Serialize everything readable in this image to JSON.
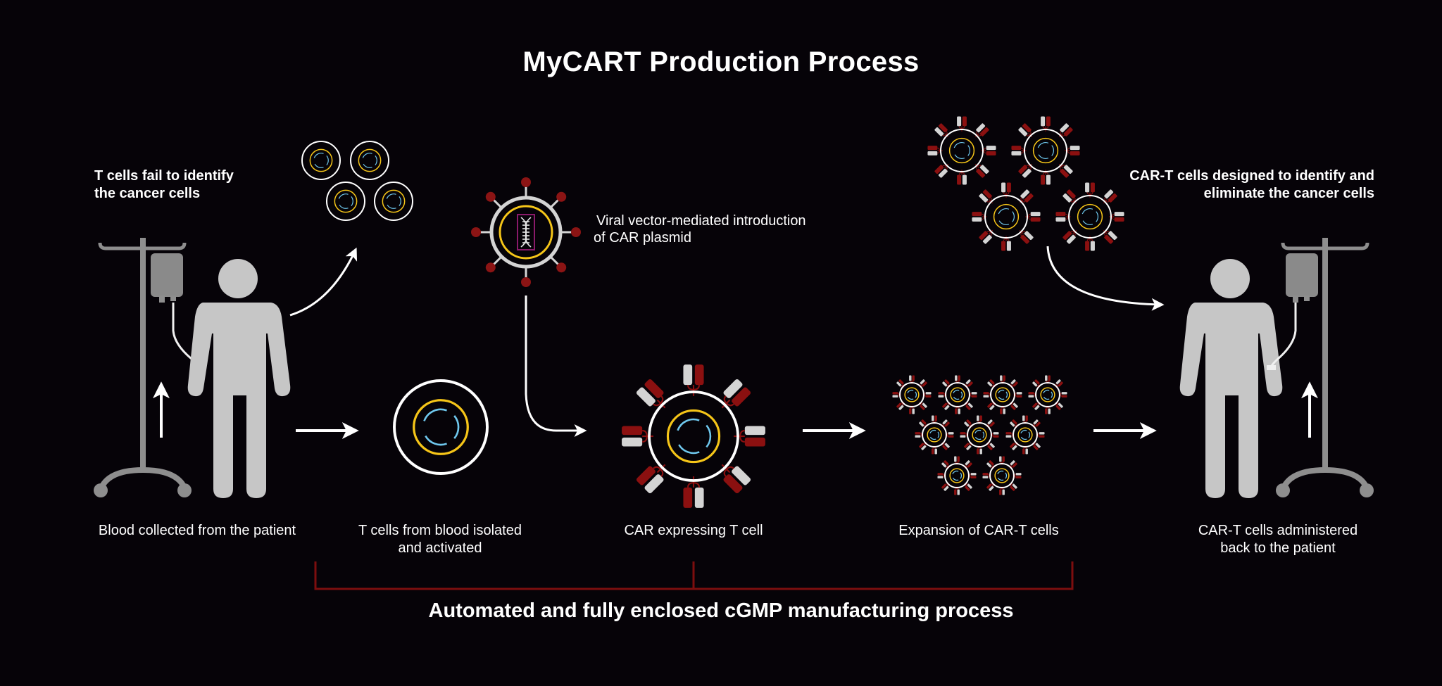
{
  "title": "MyCART Production Process",
  "annotations": {
    "t_cells_fail": [
      "T cells fail to identify",
      "the cancer cells"
    ],
    "viral_vector": [
      "Viral vector-mediated introduction",
      "of CAR plasmid"
    ],
    "cart_designed": [
      "CAR-T cells designed to identify and",
      "eliminate the cancer cells"
    ]
  },
  "steps": [
    {
      "id": "blood-collected",
      "lines": [
        "Blood collected from the patient"
      ],
      "icon": "patient-iv-icon"
    },
    {
      "id": "t-cells-isolated",
      "lines": [
        "T cells from blood isolated",
        "and activated"
      ],
      "icon": "t-cell-icon"
    },
    {
      "id": "car-expressing",
      "lines": [
        "CAR expressing T cell"
      ],
      "icon": "car-t-cell-icon"
    },
    {
      "id": "expansion",
      "lines": [
        "Expansion of CAR-T cells"
      ],
      "icon": "car-t-cell-cluster-icon"
    },
    {
      "id": "administered",
      "lines": [
        "CAR-T cells administered",
        "back to the patient"
      ],
      "icon": "patient-iv-icon"
    }
  ],
  "bracket_label": "Automated and fully enclosed cGMP manufacturing process",
  "colors": {
    "background": "#060308",
    "cell_membrane": "#ffffff",
    "nucleus_ring": "#f5c518",
    "dna_dashes": "#6fc8ee",
    "receptor_red": "#8b1010",
    "receptor_grey": "#d4d4d4",
    "virus_spike": "#8b1414",
    "dna_box": "#8a1a6a",
    "figure_grey": "#c6c6c6",
    "iv_pole_grey": "#8e8e8e",
    "bracket": "#7c0e0e"
  }
}
